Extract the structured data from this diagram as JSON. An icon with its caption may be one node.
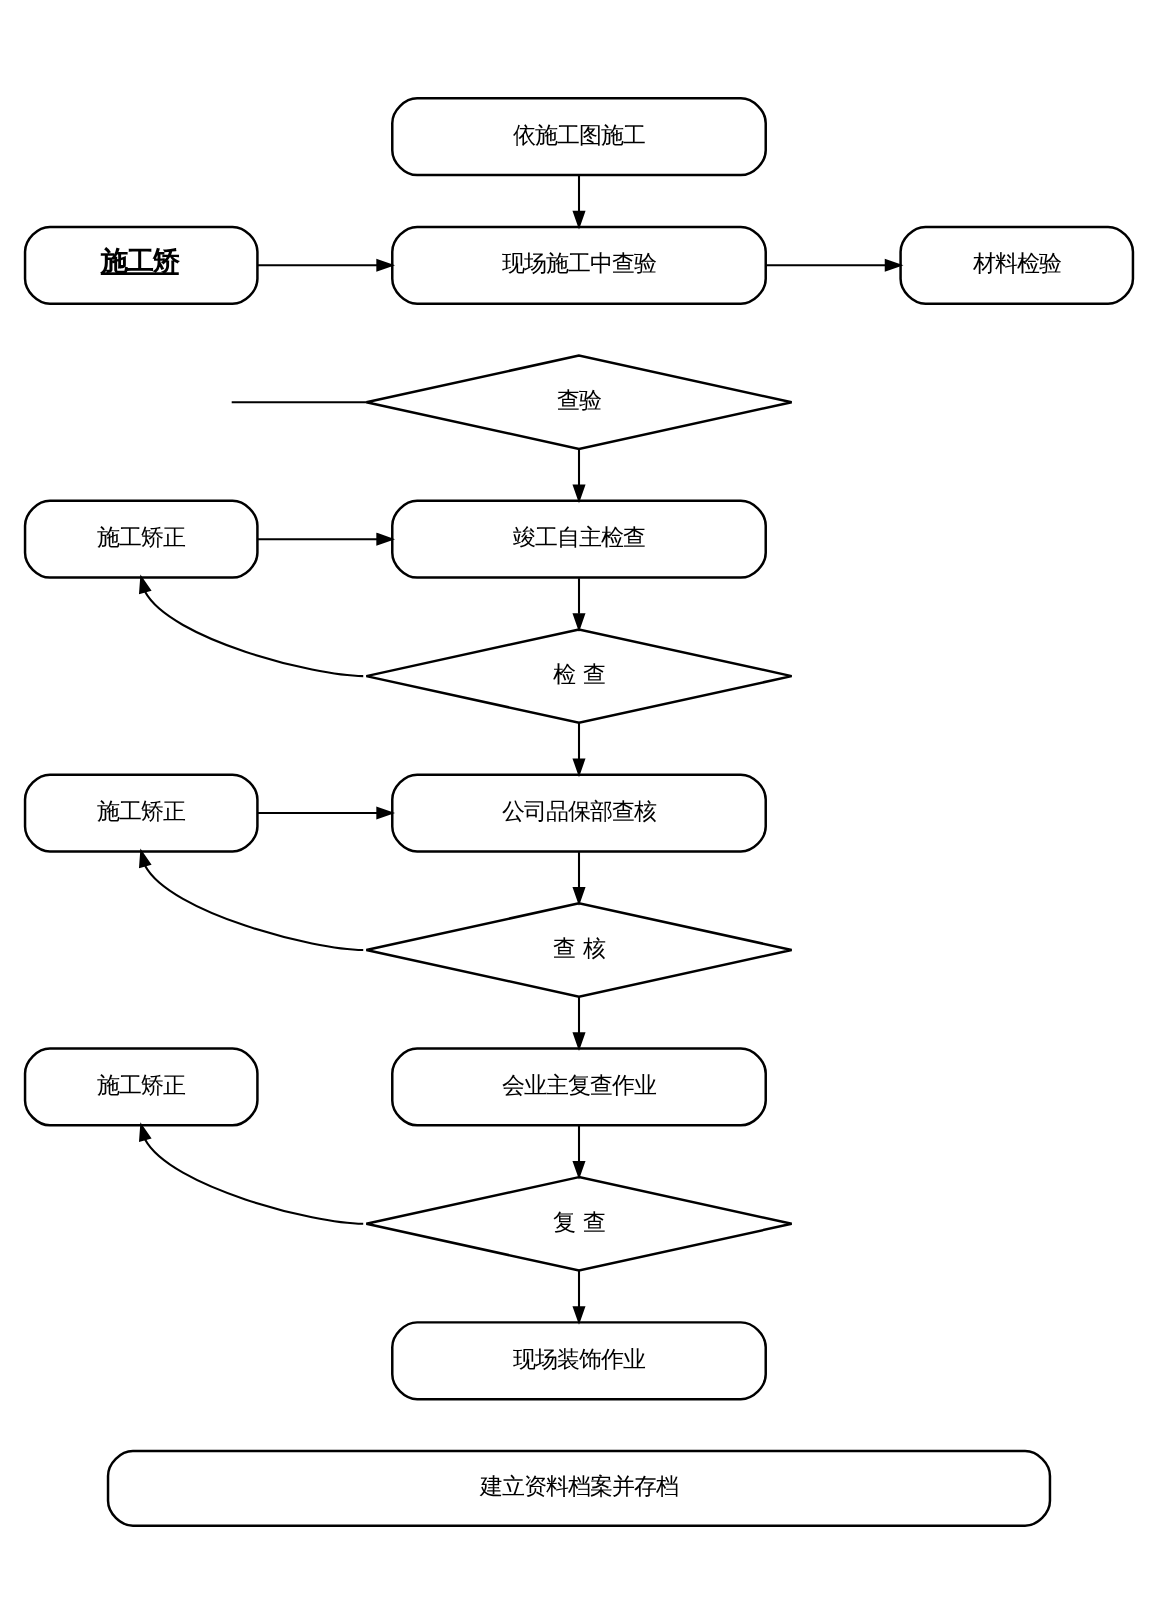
{
  "diagram": {
    "nodes": [
      {
        "text": [
          "依施工图施工"
        ]
      },
      {
        "text": [
          "施工矫"
        ]
      },
      {
        "text": [
          "现场施工中查验"
        ]
      },
      {
        "text": [
          "材料检验"
        ]
      },
      {
        "text": [
          "查验"
        ]
      },
      {
        "text": [
          "施工矫正"
        ]
      },
      {
        "text": [
          "竣工自主检查"
        ]
      },
      {
        "text": [
          "检 查"
        ]
      },
      {
        "text": [
          "施工矫正"
        ]
      },
      {
        "text": [
          "公司品保部查核"
        ]
      },
      {
        "text": [
          "查 核"
        ]
      },
      {
        "text": [
          "施工矫正"
        ]
      },
      {
        "text": [
          "会业主复查作业"
        ]
      },
      {
        "text": [
          "复 查"
        ]
      },
      {
        "text": [
          "现场装饰作业"
        ]
      },
      {
        "text": [
          "建立资料档案并存档"
        ]
      }
    ],
    "edges": [
      {
        "from": 0,
        "to": 2,
        "arrow": "to"
      },
      {
        "from": 1,
        "to": 2,
        "arrow": "to"
      },
      {
        "from": 2,
        "to": 3,
        "arrow": "to"
      },
      {
        "from": 4,
        "to": null,
        "arrow": "none"
      },
      {
        "from": 4,
        "to": 6,
        "arrow": "to"
      },
      {
        "from": 5,
        "to": 6,
        "arrow": "to"
      },
      {
        "from": 6,
        "to": 7,
        "arrow": "to"
      },
      {
        "from": 7,
        "to": 5,
        "arrow": "to"
      },
      {
        "from": 7,
        "to": 9,
        "arrow": "to"
      },
      {
        "from": 8,
        "to": 9,
        "arrow": "to"
      },
      {
        "from": 9,
        "to": 10,
        "arrow": "to"
      },
      {
        "from": 10,
        "to": 8,
        "arrow": "to"
      },
      {
        "from": 10,
        "to": 12,
        "arrow": "to"
      },
      {
        "from": 12,
        "to": 13,
        "arrow": "to"
      },
      {
        "from": 13,
        "to": 11,
        "arrow": "to"
      },
      {
        "from": 13,
        "to": 14,
        "arrow": "to"
      }
    ]
  }
}
